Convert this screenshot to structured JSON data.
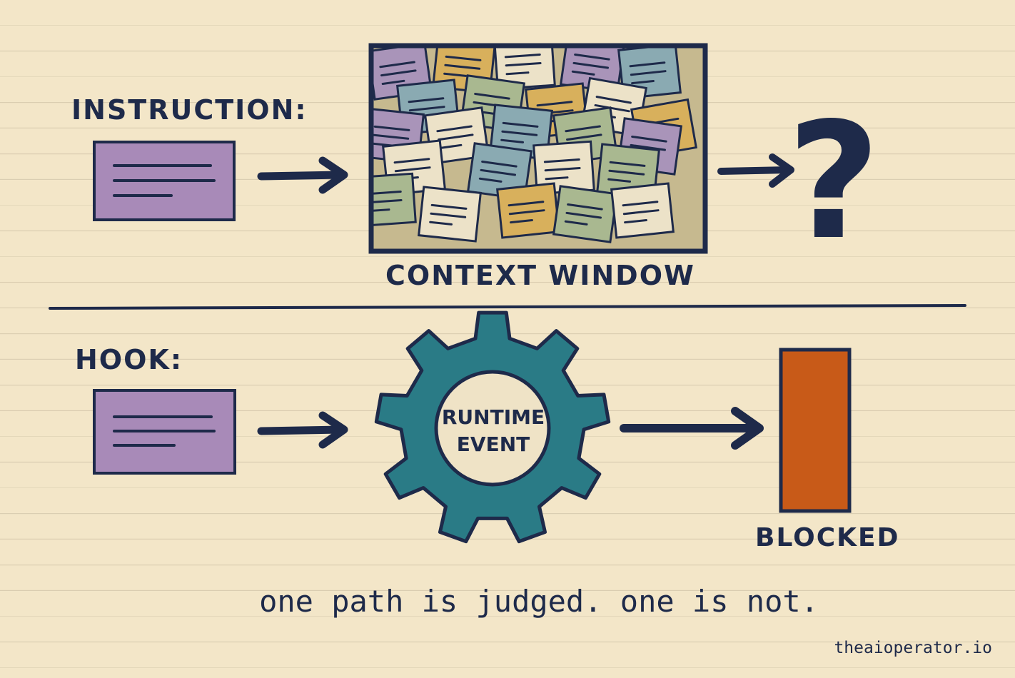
{
  "instruction_label": "INSTRUCTION:",
  "context_window_label": "CONTEXT WINDOW",
  "result_unknown": "?",
  "hook_label": "HOOK:",
  "gear": {
    "line1": "RUNTIME",
    "line2": "EVENT"
  },
  "blocked_label": "BLOCKED",
  "caption": "one path is judged. one is not.",
  "credit": "theaioperator.io",
  "colors": {
    "ink": "#1e2a4a",
    "paper": "#f3e6c8",
    "purple": "#a88ab8",
    "teal": "#2a7b86",
    "orange": "#c85a18",
    "note_cream": "#ece2c8",
    "note_sage": "#a9b890",
    "note_blue": "#8aaab2",
    "note_gold": "#d8b05c",
    "note_lilac": "#a994b9"
  }
}
